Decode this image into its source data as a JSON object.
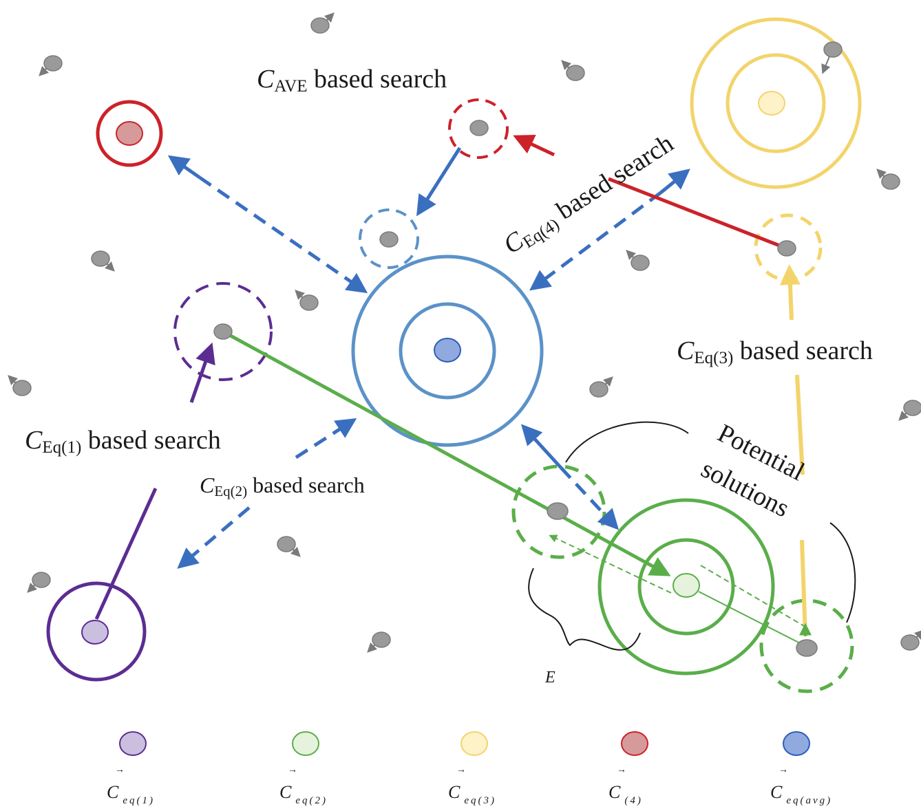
{
  "labels": {
    "cave_search": {
      "main": "C",
      "sub": "AVE",
      "rest": " based search"
    },
    "ceq4_search": {
      "main": "C",
      "sub": "Eq(4)",
      "rest": " based search"
    },
    "ceq3_search": {
      "main": "C",
      "sub": "Eq(3)",
      "rest": " based search"
    },
    "ceq1_search": {
      "main": "C",
      "sub": "Eq(1)",
      "rest": " based search"
    },
    "ceq2_search": {
      "main": "C",
      "sub": "Eq(2)",
      "rest": " based search"
    },
    "potential_line1": "Potential",
    "potential_line2": "solutions",
    "e_label": "E"
  },
  "legend": [
    {
      "main": "C",
      "sub": "eq(1)",
      "arrow": "→",
      "fill": "#cbbfe0",
      "stroke": "#5b2d91"
    },
    {
      "main": "C",
      "sub": "eq(2)",
      "arrow": "→",
      "fill": "#e6f2dc",
      "stroke": "#5aae4a"
    },
    {
      "main": "C",
      "sub": "eq(3)",
      "arrow": "→",
      "fill": "#fdf2c8",
      "stroke": "#f3d46b"
    },
    {
      "main": "C",
      "sub": "(4)",
      "arrow": "→",
      "fill": "#d69a9a",
      "stroke": "#cc2229"
    },
    {
      "main": "C",
      "sub": "eq(avg)",
      "arrow": "→",
      "fill": "#90a9de",
      "stroke": "#2d5cb8"
    }
  ],
  "colors": {
    "purple": "#5b2d91",
    "green": "#5aae4a",
    "yellow": "#f3d46b",
    "red": "#cc2229",
    "blue_circle": "#5b92c8",
    "blue_arrow": "#3a6fc0",
    "particle": "#9a9a9a",
    "particle_arrow": "#7a7a7a"
  }
}
